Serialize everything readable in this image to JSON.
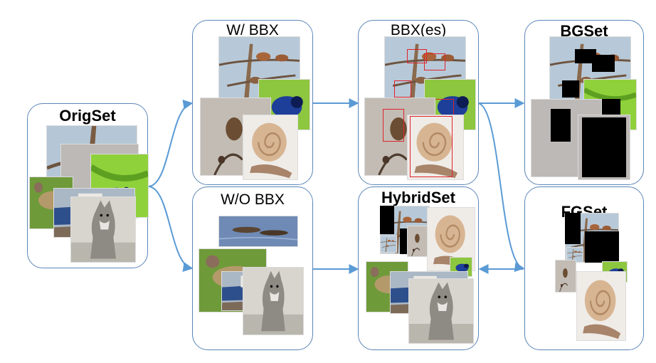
{
  "panels": {
    "orig": {
      "title": "OrigSet"
    },
    "wbbx": {
      "title": "W/ BBX"
    },
    "bbxes": {
      "title": "BBX(es)"
    },
    "bgset": {
      "title": "BGSet"
    },
    "wobbx": {
      "title": "W/O BBX"
    },
    "hybrid": {
      "title": "HybridSet"
    },
    "fgset": {
      "title": "FGSet"
    }
  },
  "colors": {
    "panel_border": "#5b86b8",
    "arrow": "#5b9bd5",
    "bbox": "#e0232b"
  },
  "icons": [
    "bird-photo",
    "snail-photo",
    "blue-bird-photo",
    "dog-photo",
    "fish-photo",
    "otter-photo"
  ]
}
